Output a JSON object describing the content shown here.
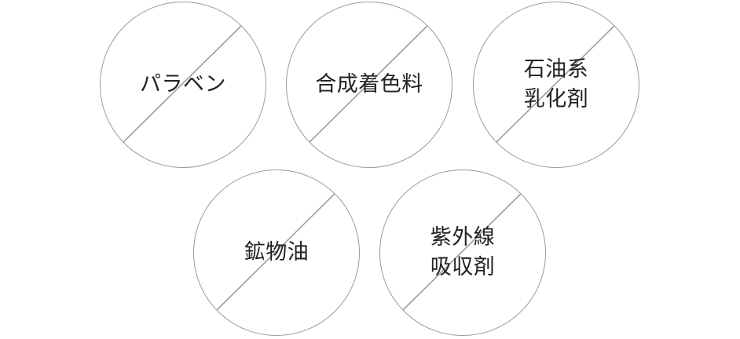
{
  "free_from": [
    {
      "lines": [
        "パラベン"
      ]
    },
    {
      "lines": [
        "合成着色料"
      ]
    },
    {
      "lines": [
        "石油系",
        "乳化剤"
      ]
    },
    {
      "lines": [
        "鉱物油"
      ]
    },
    {
      "lines": [
        "紫外線",
        "吸収剤"
      ]
    }
  ],
  "colors": {
    "circle_stroke": "#9b9b9b",
    "text": "#222222",
    "background": "#ffffff"
  }
}
